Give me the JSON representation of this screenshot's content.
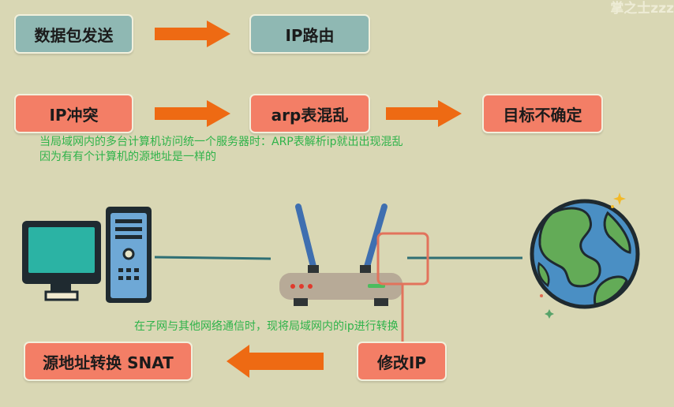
{
  "watermark": "掌之士zzz",
  "row1": {
    "box1": "数据包发送",
    "box2": "IP路由"
  },
  "row2": {
    "box1": "IP冲突",
    "box2": "arp表混乱",
    "box3": "目标不确定"
  },
  "notes": {
    "line1": "当局域网内的多台计算机访问统一个服务器时：ARP表解析ip就出出现混乱",
    "line2": "因为有有个计算机的源地址是一样的",
    "line3": "在子网与其他网络通信时，现将局域网内的ip进行转换"
  },
  "bottom": {
    "modify_ip": "修改IP",
    "snat": "源地址转换 SNAT"
  },
  "colors": {
    "background": "#d9d7b4",
    "teal_box": "#8fb8b3",
    "salmon_box": "#f37e66",
    "arrow": "#ee6a13",
    "note_text": "#2fb34a",
    "highlight": "#e2735c"
  },
  "icons": [
    "computer-icon",
    "router-icon",
    "globe-icon"
  ]
}
